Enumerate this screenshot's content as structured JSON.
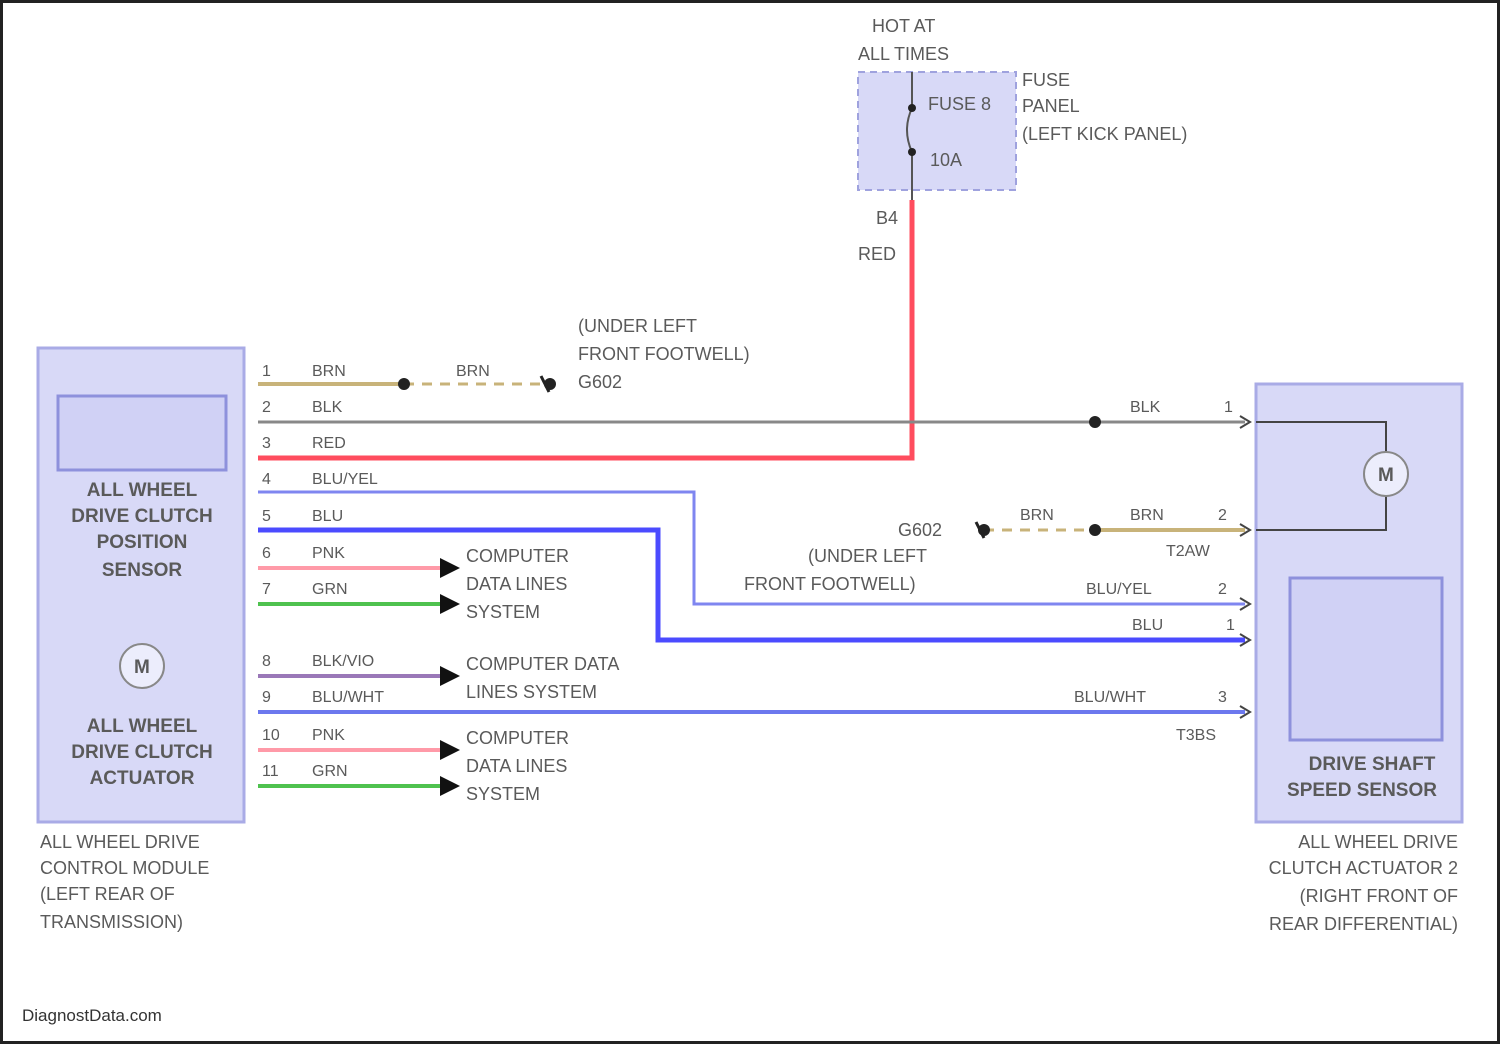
{
  "colors": {
    "module_fill": "#d8d9f7",
    "module_stroke": "#a9abe6",
    "wire_red": "#ff4d5e",
    "wire_blk": "#888888",
    "wire_blu": "#4b4bff",
    "wire_bluyel": "#7f86f0",
    "wire_pnk": "#ff9aa8",
    "wire_grn": "#4fc24f",
    "wire_brn": "#c8b37a",
    "wire_blkvio": "#9a78b8",
    "wire_bluwht": "#6c78ee"
  },
  "fuse_panel": {
    "hot_line1": "HOT AT",
    "hot_line2": "ALL TIMES",
    "fuse_label": "FUSE 8",
    "amps": "10A",
    "panel_line1": "FUSE",
    "panel_line2": "PANEL",
    "panel_line3": "(LEFT KICK PANEL)",
    "terminal": "B4",
    "wire_color": "RED"
  },
  "ground_note_top": {
    "line1": "(UNDER LEFT",
    "line2": "FRONT FOOTWELL)",
    "ground": "G602"
  },
  "ground_note_mid": {
    "line1": "(UNDER LEFT",
    "line2": "FRONT FOOTWELL)",
    "ground": "G602"
  },
  "left_module": {
    "sensor_lines": [
      "ALL WHEEL",
      "DRIVE CLUTCH",
      "POSITION",
      "SENSOR"
    ],
    "actuator_lines": [
      "ALL WHEEL",
      "DRIVE CLUTCH",
      "ACTUATOR"
    ],
    "motor_symbol": "M",
    "caption_lines": [
      "ALL WHEEL DRIVE",
      "CONTROL MODULE",
      "(LEFT REAR OF",
      "TRANSMISSION)"
    ]
  },
  "left_pins": [
    {
      "pin": "1",
      "color": "BRN"
    },
    {
      "pin": "2",
      "color": "BLK"
    },
    {
      "pin": "3",
      "color": "RED"
    },
    {
      "pin": "4",
      "color": "BLU/YEL"
    },
    {
      "pin": "5",
      "color": "BLU"
    },
    {
      "pin": "6",
      "color": "PNK"
    },
    {
      "pin": "7",
      "color": "GRN"
    },
    {
      "pin": "8",
      "color": "BLK/VIO"
    },
    {
      "pin": "9",
      "color": "BLU/WHT"
    },
    {
      "pin": "10",
      "color": "PNK"
    },
    {
      "pin": "11",
      "color": "GRN"
    }
  ],
  "splice_top_color": "BRN",
  "splice_mid_color": "BRN",
  "data_lines": {
    "group1": [
      "COMPUTER",
      "DATA LINES",
      "SYSTEM"
    ],
    "group2": [
      "COMPUTER DATA",
      "LINES SYSTEM"
    ],
    "group3": [
      "COMPUTER",
      "DATA LINES",
      "SYSTEM"
    ]
  },
  "right_module": {
    "motor_symbol": "M",
    "sensor_lines": [
      "DRIVE SHAFT",
      "SPEED SENSOR"
    ],
    "caption_lines": [
      "ALL WHEEL DRIVE",
      "CLUTCH ACTUATOR 2",
      "(RIGHT FRONT OF",
      "REAR DIFFERENTIAL)"
    ]
  },
  "right_pins": [
    {
      "pin": "1",
      "color": "BLK"
    },
    {
      "pin": "2",
      "color": "BRN",
      "connector": "T2AW"
    },
    {
      "pin": "2",
      "color": "BLU/YEL"
    },
    {
      "pin": "1",
      "color": "BLU"
    },
    {
      "pin": "3",
      "color": "BLU/WHT",
      "connector": "T3BS"
    }
  ],
  "footer": "DiagnostData.com"
}
